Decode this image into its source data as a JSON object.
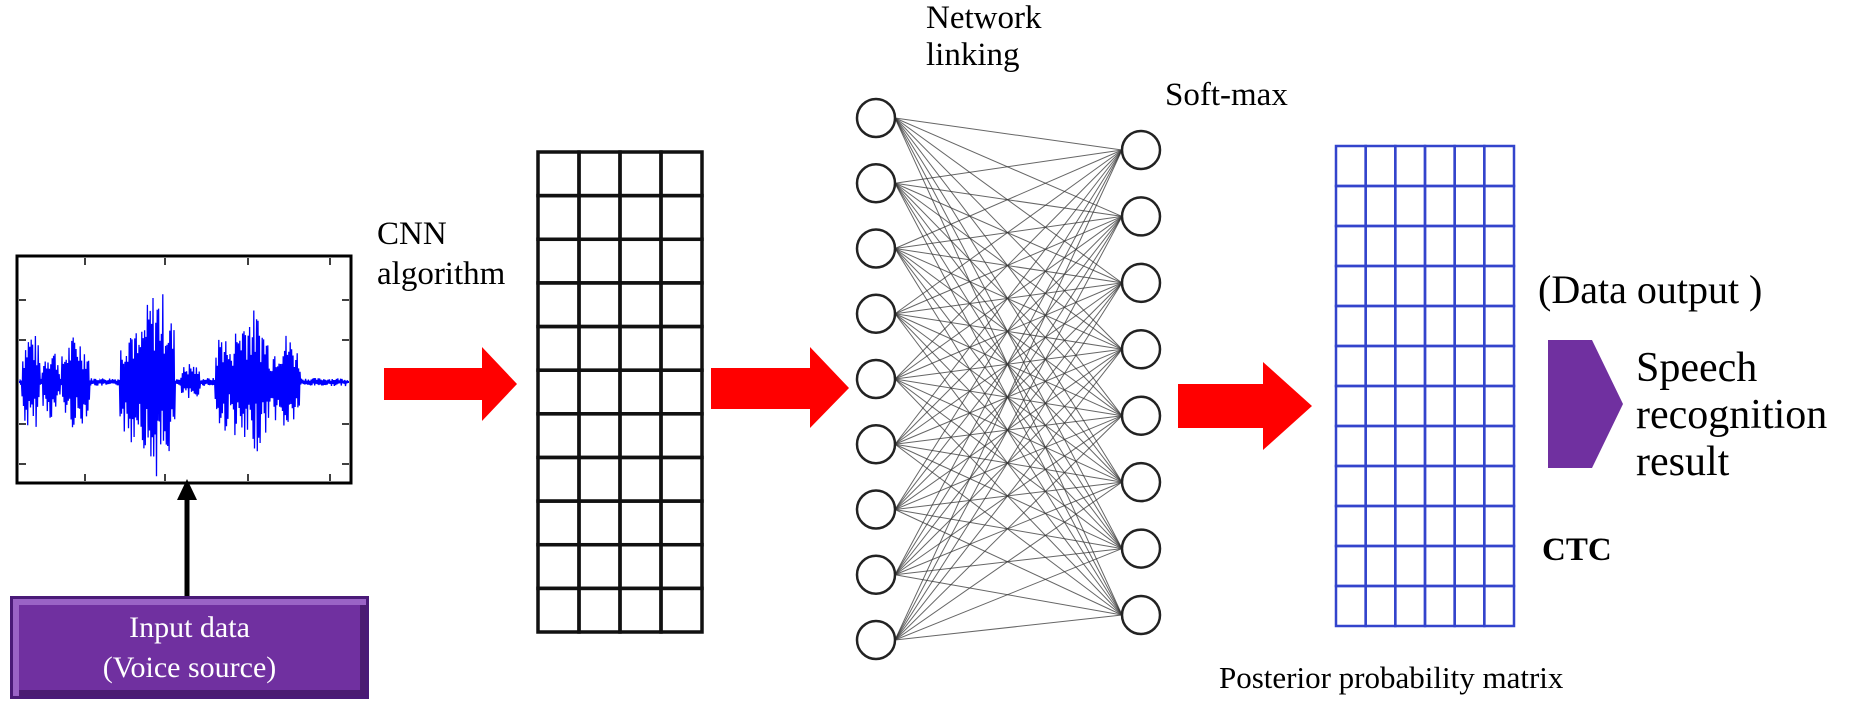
{
  "labels": {
    "network_linking_line1": "Network",
    "network_linking_line2": "linking",
    "softmax": "Soft-max",
    "cnn_line1": "CNN",
    "cnn_line2": "algorithm",
    "data_output": "(Data output )",
    "speech_line1": "Speech",
    "speech_line2": "recognition",
    "speech_line3": "result",
    "ctc": "CTC",
    "posterior": "Posterior probability matrix",
    "input_line1": "Input data",
    "input_line2": "(Voice source)"
  },
  "colors": {
    "arrow": "#ff0000",
    "purple": "#7030a0",
    "waveform": "#0000ff",
    "posterior_grid": "#3344cc",
    "cnn_grid": "#111111"
  },
  "cnn_grid": {
    "rows": 11,
    "cols": 4
  },
  "posterior_grid": {
    "rows": 12,
    "cols": 6
  },
  "network": {
    "input_nodes": 9,
    "output_nodes": 8
  }
}
